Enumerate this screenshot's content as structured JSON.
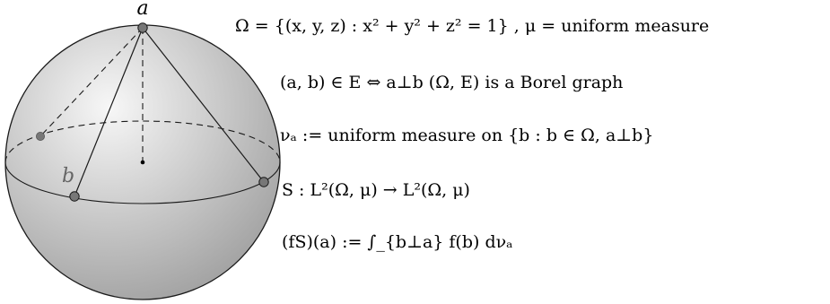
{
  "diagram": {
    "labels": {
      "top_point": "a",
      "equator_point": "b"
    },
    "colors": {
      "sphere_highlight": "#f7f7f7",
      "sphere_shadow": "#9e9e9e",
      "outline": "#1a1a1a",
      "point_fill": "#777777",
      "label_b": "#666666"
    }
  },
  "formulas": [
    "Ω = {(x, y, z) : x² + y² + z² = 1} ,  μ = uniform measure",
    "(a, b) ∈ E ⇔ a⊥b        (Ω, E) is a Borel graph",
    "νₐ := uniform measure on {b : b ∈ Ω, a⊥b}",
    "S : L²(Ω, μ) → L²(Ω, μ)",
    "(fS)(a) := ∫_{b⊥a} f(b) dνₐ"
  ]
}
